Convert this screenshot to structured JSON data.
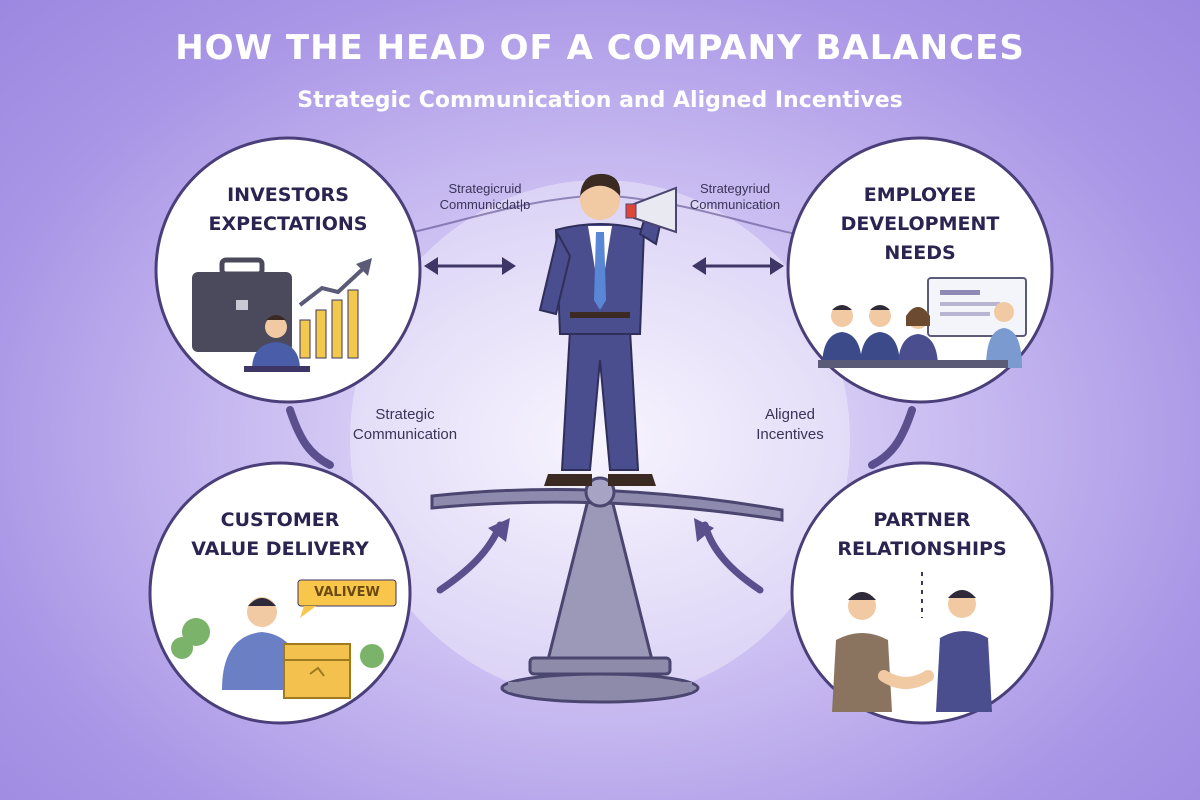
{
  "header": {
    "title": "HOW THE HEAD OF A COMPANY BALANCES",
    "subtitle": "Strategic Communication and Aligned Incentives"
  },
  "nodes": {
    "investors": {
      "line1": "INVESTORS",
      "line2": "EXPECTATIONS"
    },
    "employees": {
      "line1": "EMPLOYEE",
      "line2": "DEVELOPMENT",
      "line3": "NEEDS"
    },
    "customers": {
      "line1": "CUSTOMER",
      "line2": "VALUE DELIVERY",
      "badge": "VALIVEW"
    },
    "partners": {
      "line1": "PARTNER",
      "line2": "RELATIONSHIPS"
    }
  },
  "captions": {
    "top_left": {
      "line1": "Strategicruid",
      "line2": "Communicdat|ɒ"
    },
    "top_right": {
      "line1": "Strategyriud",
      "line2": "Communication"
    },
    "mid_left": {
      "line1": "Strategic",
      "line2": "Communication"
    },
    "mid_right": {
      "line1": "Aligned",
      "line2": "Incentives"
    }
  },
  "colors": {
    "background": "#a996e6",
    "node_fill": "#ffffff",
    "node_border": "#4b3f7a",
    "title_text": "#ffffff",
    "suit": "#4a4e8f",
    "chart_bars": "#f2c94c",
    "accent_red": "#e0453a"
  }
}
